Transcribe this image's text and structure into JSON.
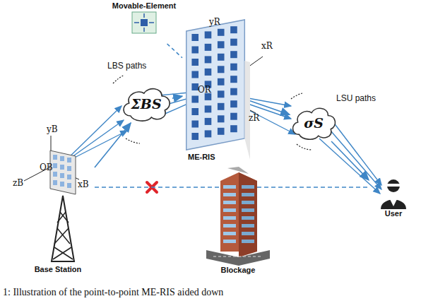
{
  "diagram": {
    "caption": "1: Illustration of the point-to-point ME-RIS aided down",
    "nodes": [
      {
        "text": [
          "Movable-Element"
        ]
      },
      {
        "text": [
          "ME-RIS"
        ]
      },
      {
        "text": [
          "ΣBS"
        ]
      },
      {
        "text": [
          "σS"
        ]
      },
      {
        "text": [
          "User"
        ]
      },
      {
        "text": [
          "Base Station"
        ]
      },
      {
        "text": [
          "Blockage"
        ]
      }
    ],
    "edges": [
      {
        "from": 5,
        "to": 2,
        "arrow": "to"
      },
      {
        "from": 2,
        "to": 1,
        "arrow": "to"
      },
      {
        "from": 1,
        "to": 3,
        "arrow": "to"
      },
      {
        "from": 3,
        "to": 4,
        "arrow": "to"
      },
      {
        "from": 5,
        "to": 4,
        "arrow": "none"
      },
      {
        "from": 0,
        "to": 1,
        "arrow": "none"
      }
    ],
    "labels": [
      "yR",
      "xR",
      "OR",
      "zR",
      "LBS paths",
      "LSU paths",
      "yB",
      "OB",
      "zB",
      "xB"
    ]
  }
}
